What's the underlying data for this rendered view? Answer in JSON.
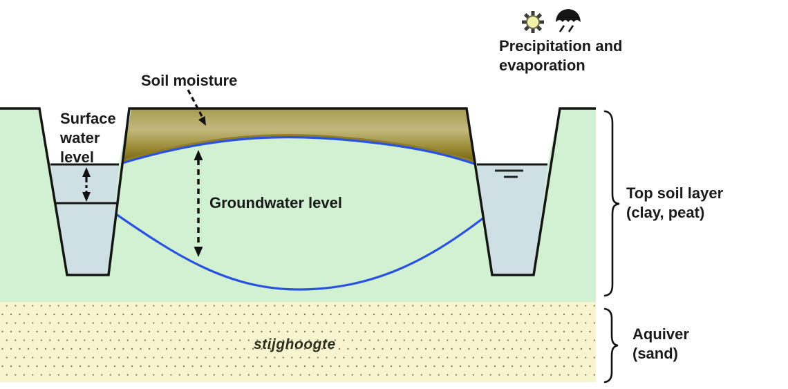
{
  "labels": {
    "soil_moisture": "Soil moisture",
    "precipitation": "Precipitation and\nevaporation",
    "surface_water": "Surface\nwater\nlevel",
    "groundwater": "Groundwater level",
    "top_soil": "Top soil layer\n(clay, peat)",
    "aquifer": "Aquiver\n(sand)",
    "stijghoogte": "stijghoogte"
  },
  "icons": {
    "sun": "sun-icon",
    "umbrella_rain": "umbrella-rain-icon"
  },
  "colors": {
    "top_soil_green": "#d2f0d2",
    "aquifer_yellow": "#f7f4cf",
    "aquifer_dot": "#82825a",
    "water_blue": "#cfe0e4",
    "groundwater_line": "#2a52e0",
    "soil_band_light": "#c2b87c",
    "soil_band_dark": "#6b5a0e",
    "outline_black": "#151515",
    "sun_yellow": "#f2f0a8"
  }
}
